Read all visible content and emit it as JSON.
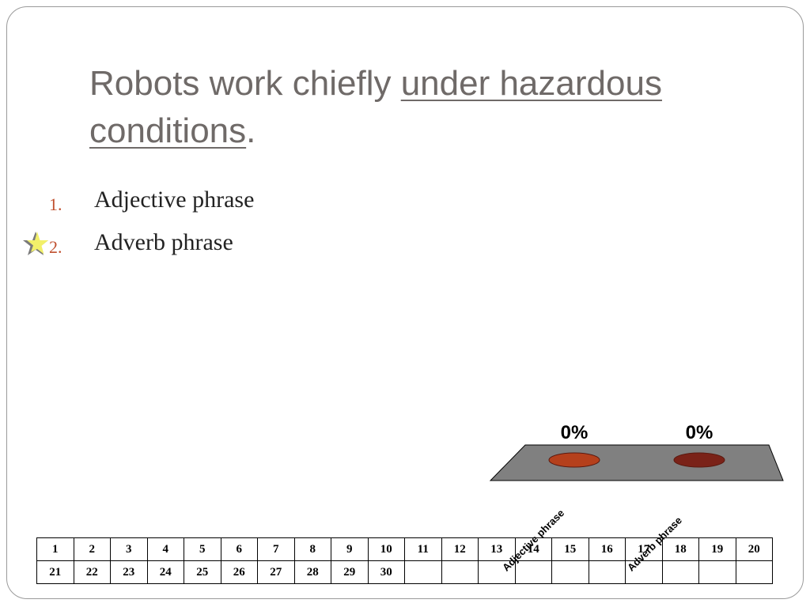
{
  "slide": {
    "title_plain": "Robots work chiefly ",
    "title_underlined_1": "under hazardous",
    "title_underlined_2": "conditions",
    "title_end": "."
  },
  "answers": [
    {
      "number": "1.",
      "label": "Adjective phrase",
      "correct": false
    },
    {
      "number": "2.",
      "label": "Adverb phrase",
      "correct": true
    }
  ],
  "chart_data": {
    "type": "bar",
    "categories": [
      "Adjective phrase",
      "Adverb phrase"
    ],
    "values": [
      0,
      0
    ],
    "value_labels": [
      "0%",
      "0%"
    ],
    "ylim": [
      0,
      100
    ],
    "colors": [
      "#b5401c",
      "#7a2218"
    ],
    "platform_color": "#808080"
  },
  "grid": {
    "rows": [
      [
        "1",
        "2",
        "3",
        "4",
        "5",
        "6",
        "7",
        "8",
        "9",
        "10",
        "11",
        "12",
        "13",
        "14",
        "15",
        "16",
        "17",
        "18",
        "19",
        "20"
      ],
      [
        "21",
        "22",
        "23",
        "24",
        "25",
        "26",
        "27",
        "28",
        "29",
        "30",
        "",
        "",
        "",
        "",
        "",
        "",
        "",
        "",
        "",
        ""
      ]
    ]
  }
}
